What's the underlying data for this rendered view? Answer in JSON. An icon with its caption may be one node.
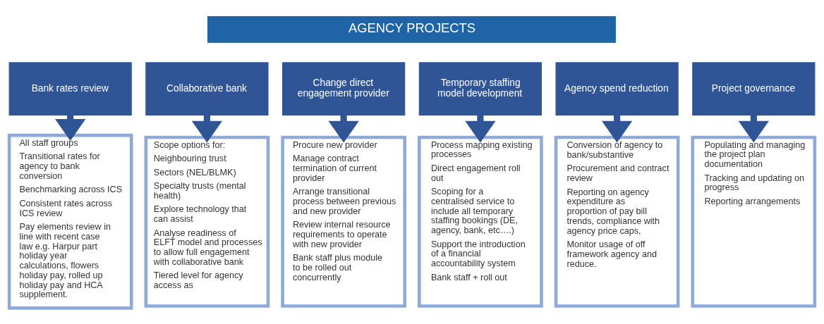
{
  "diagram": {
    "nodes": [
      {
        "text": [
          "AGENCY PROJECTS"
        ]
      },
      {
        "text": [
          "Bank rates review"
        ]
      },
      {
        "text": [
          "Collaborative bank"
        ]
      },
      {
        "text": [
          "Change direct engagement provider"
        ]
      },
      {
        "text": [
          "Temporary staffing model development"
        ]
      },
      {
        "text": [
          "Agency spend reduction"
        ]
      },
      {
        "text": [
          "Project governance"
        ]
      },
      {
        "text": [
          "All staff groups",
          "Transitional rates for agency to bank conversion",
          "Benchmarking across ICS",
          "Consistent rates across ICS review",
          "Pay elements review in line with recent case law e.g. Harpur part holiday year calculations, flowers holiday pay, rolled up holiday pay and HCA supplement."
        ]
      },
      {
        "text": [
          "Scope options for:",
          "Neighbouring trust",
          "Sectors (NEL/BLMK)",
          "Specialty trusts (mental health)",
          "Explore technology that can assist",
          "Analyse readiness of ELFT model and processes to allow full engagement with collaborative bank",
          "Tiered level for agency access as"
        ]
      },
      {
        "text": [
          "Procure new provider",
          "Manage contract termination of current provider",
          "Arrange transitional process between previous and new provider",
          "Review internal resource requirements to operate with new provider",
          "Bank staff plus module to be rolled out concurrently"
        ]
      },
      {
        "text": [
          "Process mapping existing processes",
          "Direct engagement roll out",
          "Scoping for a centralised service to include all temporary staffing bookings (DE, agency, bank, etc….)",
          "Support the introduction of a financial accountability system",
          "Bank staff + roll out"
        ]
      },
      {
        "text": [
          "Conversion of agency to bank/substantive",
          "Procurement and contract review",
          "Reporting on agency expenditure as proportion of pay bill trends, compliance with agency price caps,",
          "Monitor usage of off framework agency and reduce."
        ]
      },
      {
        "text": [
          "Populating and managing the project plan documentation",
          "Tracking and updating on progress",
          "Reporting arrangements"
        ]
      }
    ],
    "edges": [
      {
        "from": 1,
        "to": 7,
        "arrow": "to"
      },
      {
        "from": 2,
        "to": 8,
        "arrow": "to"
      },
      {
        "from": 3,
        "to": 9,
        "arrow": "to"
      },
      {
        "from": 4,
        "to": 10,
        "arrow": "to"
      },
      {
        "from": 5,
        "to": 11,
        "arrow": "to"
      },
      {
        "from": 6,
        "to": 12,
        "arrow": "to"
      }
    ]
  }
}
